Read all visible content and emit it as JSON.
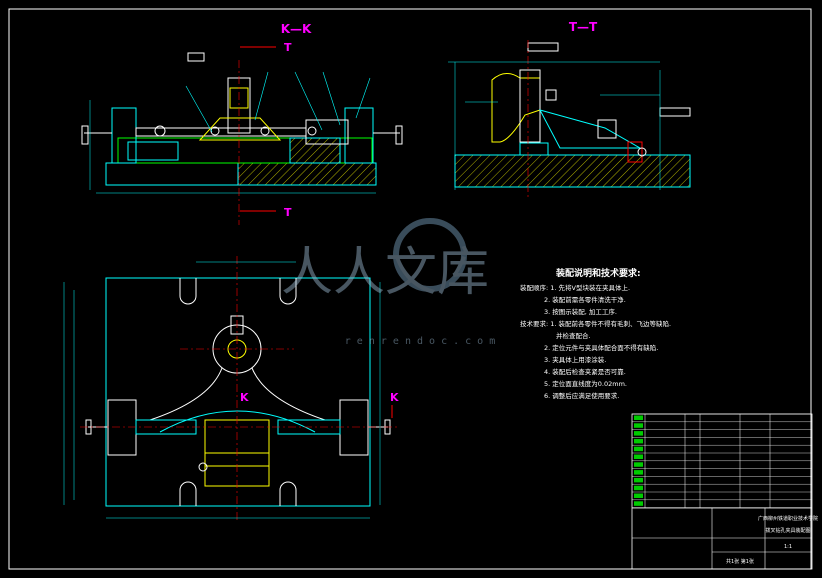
{
  "views": {
    "section_kk": {
      "title": "K—K",
      "cut_label": "T"
    },
    "section_tt": {
      "title": "T—T"
    },
    "plan": {
      "cut_label": "K"
    }
  },
  "watermark": {
    "text": "人人文库",
    "url": "r e n r e n d o c . c o m"
  },
  "notes": {
    "title": "装配说明和技术要求:",
    "lines": [
      "装配顺序: 1. 先将V型块装在夹具体上.",
      "2. 装配前需各零件清洗干净.",
      "3. 按图示装配, 加工工序.",
      "技术要求: 1. 装配前各零件不得有毛刺、飞边等缺陷.",
      "并检查配合.",
      "2. 定位元件与夹具体配合面不得有缺陷.",
      "3. 夹具体上用漆涂装.",
      "4. 装配后检查夹紧是否可靠.",
      "5. 定位面直线度为0.02mm.",
      "6. 调整后应满足使用要求."
    ]
  },
  "title_block": {
    "school": "广西柳州铁道职业技术学院",
    "drawing_name": "拨叉钻孔夹具装配图",
    "scale": "1:1",
    "sheet": "共1张 第1张"
  }
}
